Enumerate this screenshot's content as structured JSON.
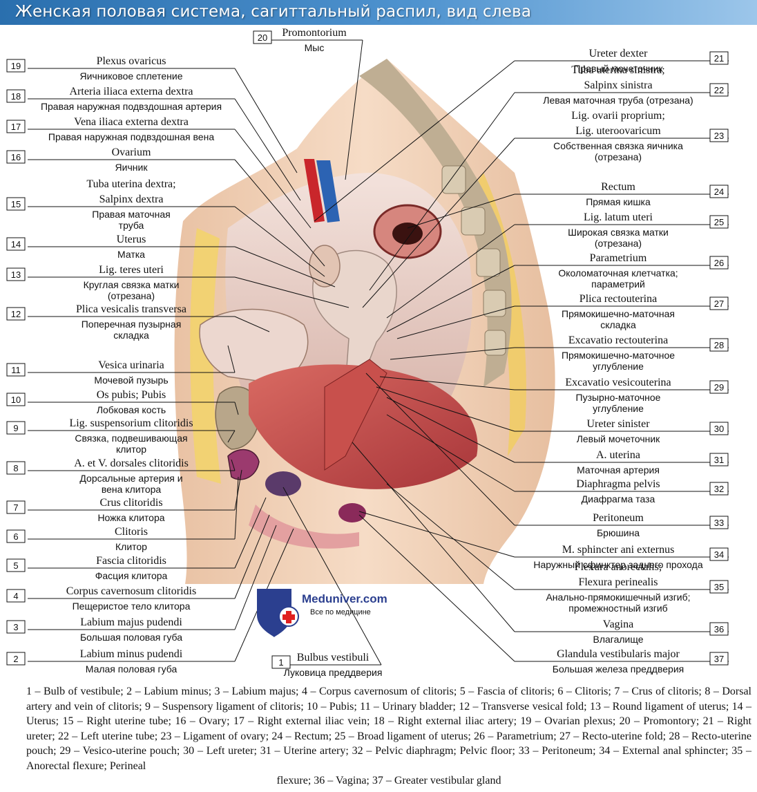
{
  "title": "Женская половая система, сагиттальный распил, вид слева",
  "brand": {
    "name": "Meduniver.com",
    "tagline": "Все по медицине",
    "color": "#2b3f8f",
    "accent": "#e02020"
  },
  "colors": {
    "banner_start": "#2a6fae",
    "banner_end": "#9cc6ea",
    "skin": "#f2d4b8",
    "muscle": "#c64a4a",
    "bone": "#b9a98f",
    "peritoneum": "#e8cfc8"
  },
  "left_labels": [
    {
      "n": "19",
      "lat": "Plexus ovaricus",
      "rus": [
        "Яичниковое сплетение"
      ]
    },
    {
      "n": "18",
      "lat": "Arteria iliaca externa dextra",
      "rus": [
        "Правая наружная подвздошная артерия"
      ]
    },
    {
      "n": "17",
      "lat": "Vena iliaca externa dextra",
      "rus": [
        "Правая наружная подвздошная вена"
      ]
    },
    {
      "n": "16",
      "lat": "Ovarium",
      "rus": [
        "Яичник"
      ]
    },
    {
      "n": "15",
      "lat": "Tuba uterina dextra; Salpinx dextra",
      "rus": [
        "Правая маточная",
        "труба"
      ]
    },
    {
      "n": "14",
      "lat": "Uterus",
      "rus": [
        "Матка"
      ]
    },
    {
      "n": "13",
      "lat": "Lig. teres uteri",
      "rus": [
        "Круглая связка матки",
        "(отрезана)"
      ]
    },
    {
      "n": "12",
      "lat": "Plica vesicalis transversa",
      "rus": [
        "Поперечная пузырная",
        "складка"
      ]
    },
    {
      "n": "11",
      "lat": "Vesica urinaria",
      "rus": [
        "Мочевой пузырь"
      ]
    },
    {
      "n": "10",
      "lat": "Os pubis; Pubis",
      "rus": [
        "Лобковая кость"
      ]
    },
    {
      "n": "9",
      "lat": "Lig. suspensorium clitoridis",
      "rus": [
        "Связка, подвешивающая",
        "клитор"
      ]
    },
    {
      "n": "8",
      "lat": "A. et V. dorsales clitoridis",
      "rus": [
        "Дорсальные артерия и",
        "вена клитора"
      ]
    },
    {
      "n": "7",
      "lat": "Crus clitoridis",
      "rus": [
        "Ножка клитора"
      ]
    },
    {
      "n": "6",
      "lat": "Clitoris",
      "rus": [
        "Клитор"
      ]
    },
    {
      "n": "5",
      "lat": "Fascia clitoridis",
      "rus": [
        "Фасция клитора"
      ]
    },
    {
      "n": "4",
      "lat": "Corpus cavernosum clitoridis",
      "rus": [
        "Пещеристое тело клитора"
      ]
    },
    {
      "n": "3",
      "lat": "Labium majus pudendi",
      "rus": [
        "Большая половая губа"
      ]
    },
    {
      "n": "2",
      "lat": "Labium minus pudendi",
      "rus": [
        "Малая половая губа"
      ]
    }
  ],
  "center_labels": [
    {
      "n": "20",
      "lat": "Promontorium",
      "rus": [
        "Мыс"
      ]
    },
    {
      "n": "1",
      "lat": "Bulbus vestibuli",
      "rus": [
        "Луковица преддверия"
      ]
    }
  ],
  "right_labels": [
    {
      "n": "21",
      "lat": "Ureter dexter",
      "rus": [
        "Правый мочеточник"
      ]
    },
    {
      "n": "22",
      "lat": "Tuba uterina sinistra; Salpinx sinistra",
      "rus": [
        "Левая маточная труба (отрезана)"
      ]
    },
    {
      "n": "23",
      "lat": "Lig. ovarii proprium; Lig. uteroovaricum",
      "rus": [
        "Собственная связка яичника",
        "(отрезана)"
      ]
    },
    {
      "n": "24",
      "lat": "Rectum",
      "rus": [
        "Прямая кишка"
      ]
    },
    {
      "n": "25",
      "lat": "Lig. latum uteri",
      "rus": [
        "Широкая связка матки",
        "(отрезана)"
      ]
    },
    {
      "n": "26",
      "lat": "Parametrium",
      "rus": [
        "Околоматочная клетчатка;",
        "параметрий"
      ]
    },
    {
      "n": "27",
      "lat": "Plica rectouterina",
      "rus": [
        "Прямокишечно-маточная",
        "складка"
      ]
    },
    {
      "n": "28",
      "lat": "Excavatio rectouterina",
      "rus": [
        "Прямокишечно-маточное",
        "углубление"
      ]
    },
    {
      "n": "29",
      "lat": "Excavatio vesicouterina",
      "rus": [
        "Пузырно-маточное",
        "углубление"
      ]
    },
    {
      "n": "30",
      "lat": "Ureter sinister",
      "rus": [
        "Левый мочеточник"
      ]
    },
    {
      "n": "31",
      "lat": "A. uterina",
      "rus": [
        "Маточная артерия"
      ]
    },
    {
      "n": "32",
      "lat": "Diaphragma pelvis",
      "rus": [
        "Диафрагма таза"
      ]
    },
    {
      "n": "33",
      "lat": "Peritoneum",
      "rus": [
        "Брюшина"
      ]
    },
    {
      "n": "34",
      "lat": "M. sphincter ani externus",
      "rus": [
        "Наружный сфинктер заднего прохода"
      ]
    },
    {
      "n": "35",
      "lat": "Flexura anorectalis; Flexura perinealis",
      "rus": [
        "Анально-прямокишечный изгиб;",
        "промежностный изгиб"
      ]
    },
    {
      "n": "36",
      "lat": "Vagina",
      "rus": [
        "Влагалище"
      ]
    },
    {
      "n": "37",
      "lat": "Glandula vestibularis major",
      "rus": [
        "Большая железа преддверия"
      ]
    }
  ],
  "legend": {
    "text": "1 – Bulb of vestibule; 2 – Labium minus; 3 – Labium majus; 4 – Corpus cavernosum of clitoris; 5 – Fascia of clitoris; 6 – Clitoris; 7 – Crus of clitoris; 8 – Dorsal artery and vein of clitoris; 9 – Suspensory ligament of clitoris; 10 – Pubis; 11 – Urinary bladder; 12 – Transverse vesical fold; 13 – Round ligament of uterus; 14 – Uterus; 15 – Right uterine tube; 16 – Ovary; 17 – Right external iliac vein; 18 – Right external iliac artery; 19 – Ovarian plexus; 20 – Promontory; 21 – Right ureter; 22 – Left uterine tube; 23 – Ligament of ovary; 24 – Rectum; 25 – Broad ligament of uterus; 26 – Parametrium; 27 – Recto-uterine fold; 28 – Recto-uterine pouch; 29 – Vesico-uterine pouch; 30 – Left ureter; 31 – Uterine artery; 32 – Pelvic diaphragm; Pelvic floor; 33 – Peritoneum; 34 – External anal sphincter; 35 – Anorectal flexure; Perineal",
    "last": "flexure; 36 – Vagina; 37 – Greater vestibular gland"
  }
}
